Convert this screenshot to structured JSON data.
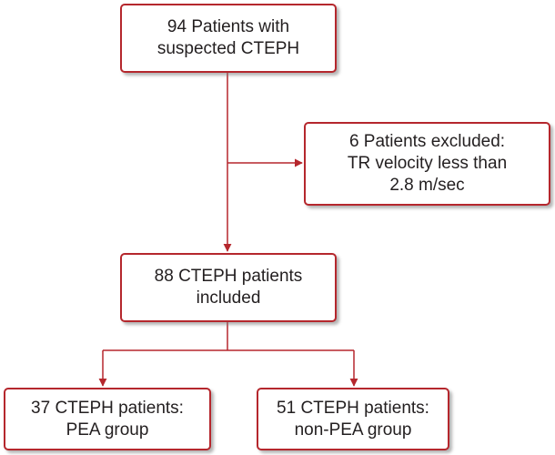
{
  "colors": {
    "box_border": "#b5272d",
    "connector": "#b5272d",
    "text": "#231f20"
  },
  "flowchart": {
    "suspected": {
      "line1": "94 Patients with",
      "line2": "suspected CTEPH"
    },
    "excluded": {
      "line1": "6 Patients excluded:",
      "line2": "TR velocity less than",
      "line3": "2.8 m/sec"
    },
    "included": {
      "line1": "88 CTEPH patients",
      "line2": "included"
    },
    "pea_group": {
      "line1": "37 CTEPH patients:",
      "line2": "PEA group"
    },
    "non_pea_group": {
      "line1": "51 CTEPH patients:",
      "line2": "non-PEA group"
    }
  }
}
